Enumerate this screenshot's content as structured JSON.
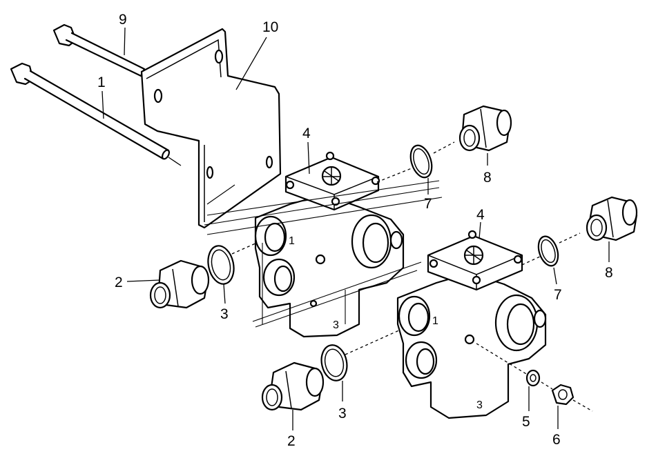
{
  "callouts": {
    "c1": "1",
    "c2a": "2",
    "c2b": "2",
    "c3a": "3",
    "c3b": "3",
    "c4a": "4",
    "c4b": "4",
    "c5": "5",
    "c6": "6",
    "c7a": "7",
    "c7b": "7",
    "c8a": "8",
    "c8b": "8",
    "c9": "9",
    "c10": "10"
  },
  "cast_marks": {
    "port1_a": "1",
    "port1_b": "1",
    "port3_a": "3",
    "port3_b": "3"
  },
  "colors": {
    "line": "#000000",
    "background": "#ffffff"
  }
}
